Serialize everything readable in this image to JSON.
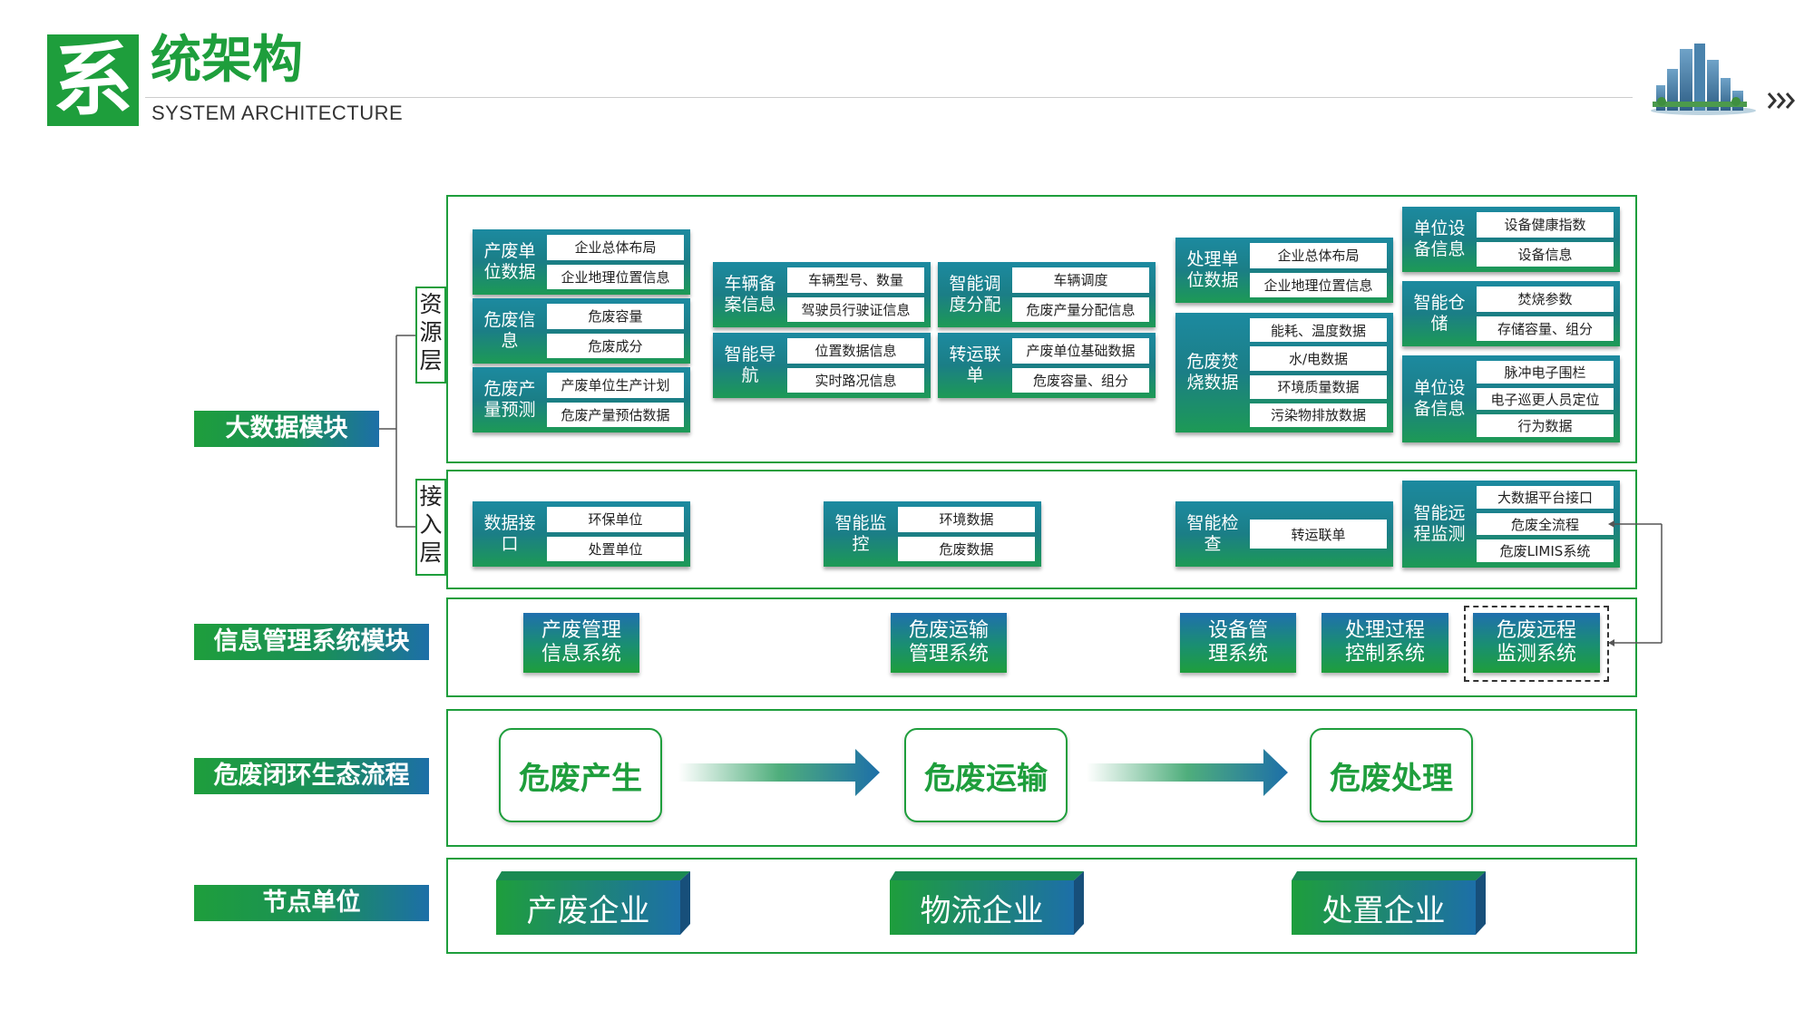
{
  "header": {
    "title_char": "系",
    "title_rest": "统架构",
    "subtitle": "SYSTEM ARCHITECTURE"
  },
  "modules": {
    "bigdata": "大数据模块",
    "infosys": "信息管理系统模块",
    "process": "危废闭环生态流程",
    "nodes": "节点单位"
  },
  "layers": {
    "resource": [
      "资",
      "源",
      "层"
    ],
    "access": [
      "接",
      "入",
      "层"
    ]
  },
  "resource_cards": [
    {
      "title": "产废单位数据",
      "items": [
        "企业总体布局",
        "企业地理位置信息"
      ]
    },
    {
      "title": "危废信息",
      "items": [
        "危废容量",
        "危废成分"
      ]
    },
    {
      "title": "危废产量预测",
      "items": [
        "产废单位生产计划",
        "危废产量预估数据"
      ]
    },
    {
      "title": "车辆备案信息",
      "items": [
        "车辆型号、数量",
        "驾驶员行驶证信息"
      ]
    },
    {
      "title": "智能导航",
      "items": [
        "位置数据信息",
        "实时路况信息"
      ]
    },
    {
      "title": "智能调度分配",
      "items": [
        "车辆调度",
        "危废产量分配信息"
      ]
    },
    {
      "title": "转运联单",
      "items": [
        "产废单位基础数据",
        "危废容量、组分"
      ]
    },
    {
      "title": "处理单位数据",
      "items": [
        "企业总体布局",
        "企业地理位置信息"
      ]
    },
    {
      "title": "危废焚烧数据",
      "items": [
        "能耗、温度数据",
        "水/电数据",
        "环境质量数据",
        "污染物排放数据"
      ]
    },
    {
      "title": "单位设备信息",
      "items": [
        "设备健康指数",
        "设备信息"
      ]
    },
    {
      "title": "智能仓储",
      "items": [
        "焚烧参数",
        "存储容量、组分"
      ]
    },
    {
      "title": "单位设备信息",
      "items": [
        "脉冲电子围栏",
        "电子巡更人员定位",
        "行为数据"
      ]
    }
  ],
  "access_cards": [
    {
      "title": "数据接口",
      "items": [
        "环保单位",
        "处置单位"
      ]
    },
    {
      "title": "智能监控",
      "items": [
        "环境数据",
        "危废数据"
      ]
    },
    {
      "title": "智能检查",
      "items": [
        "转运联单"
      ]
    },
    {
      "title": "智能远程监测",
      "items": [
        "大数据平台接口",
        "危废全流程",
        "危废LIMIS系统"
      ]
    }
  ],
  "systems": [
    "产废管理信息系统",
    "危废运输管理系统",
    "设备管理系统",
    "处理过程控制系统",
    "危废远程监测系统"
  ],
  "flow": [
    "危废产生",
    "危废运输",
    "危废处理"
  ],
  "nodes": [
    "产废企业",
    "物流企业",
    "处置企业"
  ],
  "colors": {
    "green": "#1e9e3c",
    "blue": "#1d6fa8",
    "teal": "#1b7e86"
  }
}
